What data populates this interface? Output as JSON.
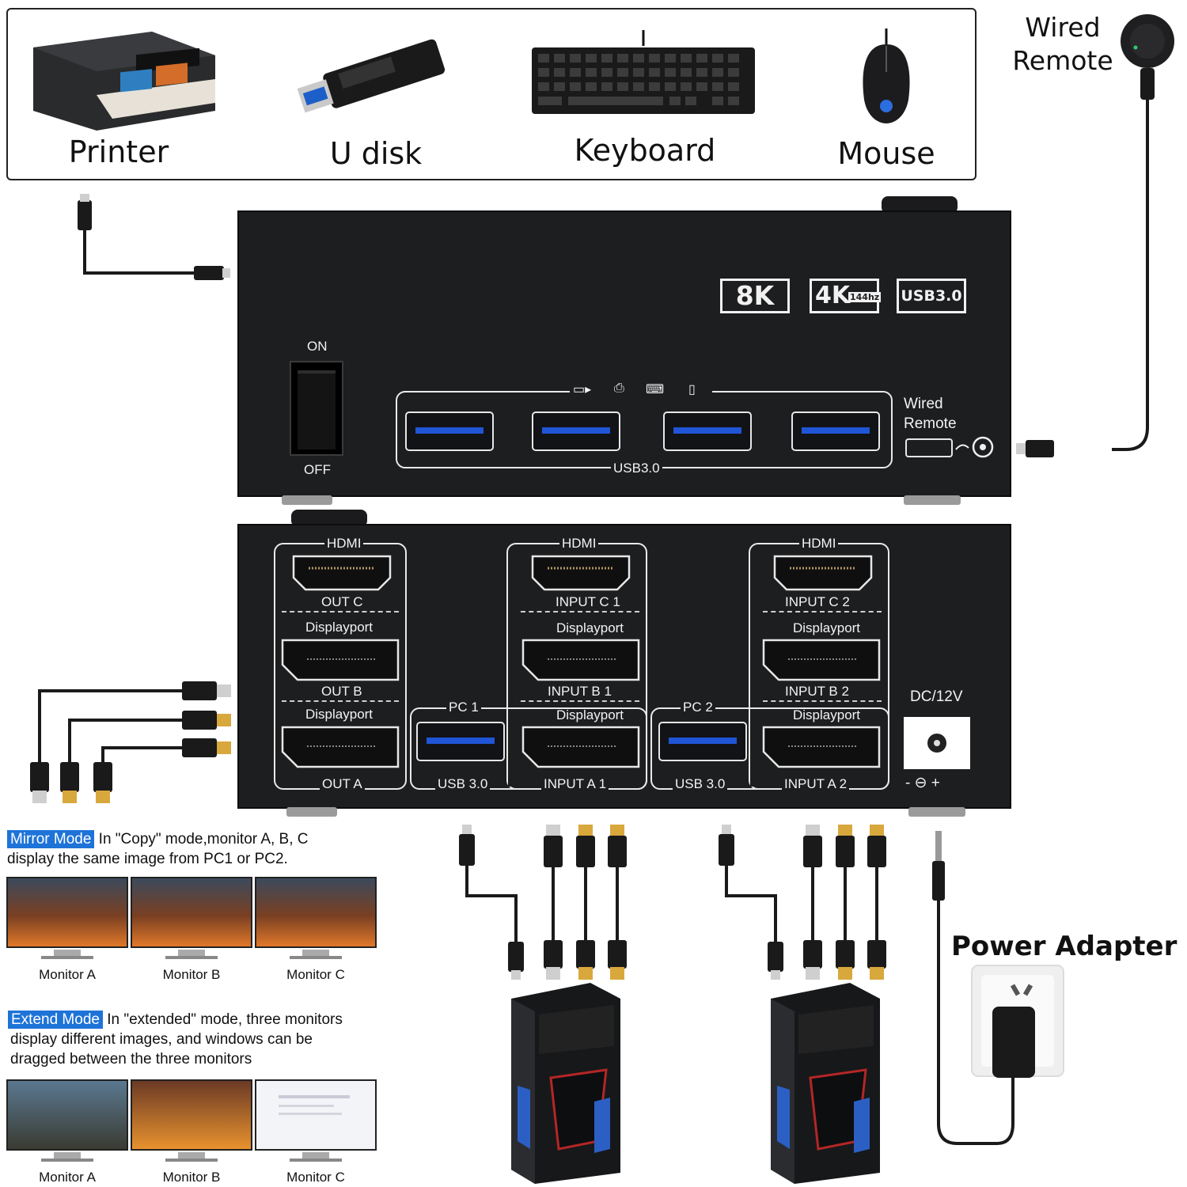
{
  "peripherals": {
    "printer": "Printer",
    "udisk": "U disk",
    "keyboard": "Keyboard",
    "mouse": "Mouse",
    "remote_line1": "Wired",
    "remote_line2": "Remote"
  },
  "switch_top": {
    "badge_8k": "8K",
    "badge_4k": "4K",
    "badge_4k_hz": "144hz",
    "badge_usb": "USB3.0",
    "power_on": "ON",
    "power_off": "OFF",
    "usb_label": "USB3.0",
    "remote_line1": "Wired",
    "remote_line2": "Remote"
  },
  "switch_back": {
    "group_out": {
      "hdmi": "HDMI",
      "out_c": "OUT C",
      "dp1": "Displayport",
      "out_b": "OUT B",
      "dp2": "Displayport",
      "out_a": "OUT A"
    },
    "group_in1": {
      "hdmi": "HDMI",
      "in_c": "INPUT C 1",
      "dp1": "Displayport",
      "in_b": "INPUT B 1",
      "dp2": "Displayport",
      "in_a": "INPUT A 1",
      "pc": "PC 1",
      "usb": "USB 3.0"
    },
    "group_in2": {
      "hdmi": "HDMI",
      "in_c": "INPUT C 2",
      "dp1": "Displayport",
      "in_b": "INPUT B 2",
      "dp2": "Displayport",
      "in_a": "INPUT A 2",
      "pc": "PC 2",
      "usb": "USB 3.0"
    },
    "dc": "DC/12V",
    "polarity": "- ⊖ +"
  },
  "power_adapter": "Power Adapter",
  "mirror": {
    "tag": "Mirror Mode",
    "text_line1": " In \"Copy\" mode,monitor A, B, C",
    "text_line2": "display the same image from PC1 or PC2.",
    "monitors": [
      "Monitor A",
      "Monitor B",
      "Monitor C"
    ]
  },
  "extend": {
    "tag": "Extend Mode",
    "text_line1": " In \"extended\" mode, three monitors",
    "text_line2": "display different images, and windows can be",
    "text_line3": "dragged between the three monitors",
    "monitors": [
      "Monitor A",
      "Monitor B",
      "Monitor C"
    ]
  },
  "colors": {
    "panel": "#1d1e20",
    "usb_blue": "#1f55d6",
    "mode_tag": "#1e73d8",
    "hdmi_gold": "#d8a83c"
  }
}
